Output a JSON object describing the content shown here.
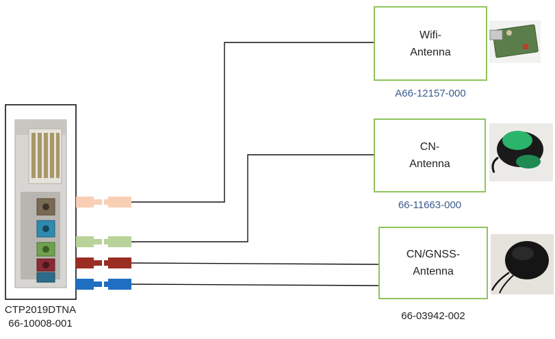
{
  "device": {
    "name": "CTP2019DTNA",
    "part_number": "66-10008-001"
  },
  "antennas": [
    {
      "line1": "Wifi-",
      "line2": "Antenna",
      "part_number": "A66-12157-000",
      "part_color": "#3a5a8c",
      "photo_icon": "wifi-antenna-pcb-photo"
    },
    {
      "line1": "CN-",
      "line2": "Antenna",
      "part_number": "66-11663-000",
      "part_color": "#3a5a8c",
      "photo_icon": "cn-antenna-puck-photo"
    },
    {
      "line1": "CN/GNSS-",
      "line2": "Antenna",
      "part_number": "66-03942-002",
      "part_color": "#222222",
      "photo_icon": "cn-gnss-antenna-puck-photo"
    }
  ],
  "connectors": [
    {
      "color": "#f8cfb4",
      "links_to": "Wifi-Antenna"
    },
    {
      "color": "#b9d39a",
      "links_to": "CN-Antenna"
    },
    {
      "color": "#9b2d22",
      "links_to": "CN/GNSS-Antenna"
    },
    {
      "color": "#1e6fc2",
      "links_to": "CN/GNSS-Antenna"
    }
  ],
  "colors": {
    "box_border": "#8fc45a",
    "wire": "#111111"
  }
}
